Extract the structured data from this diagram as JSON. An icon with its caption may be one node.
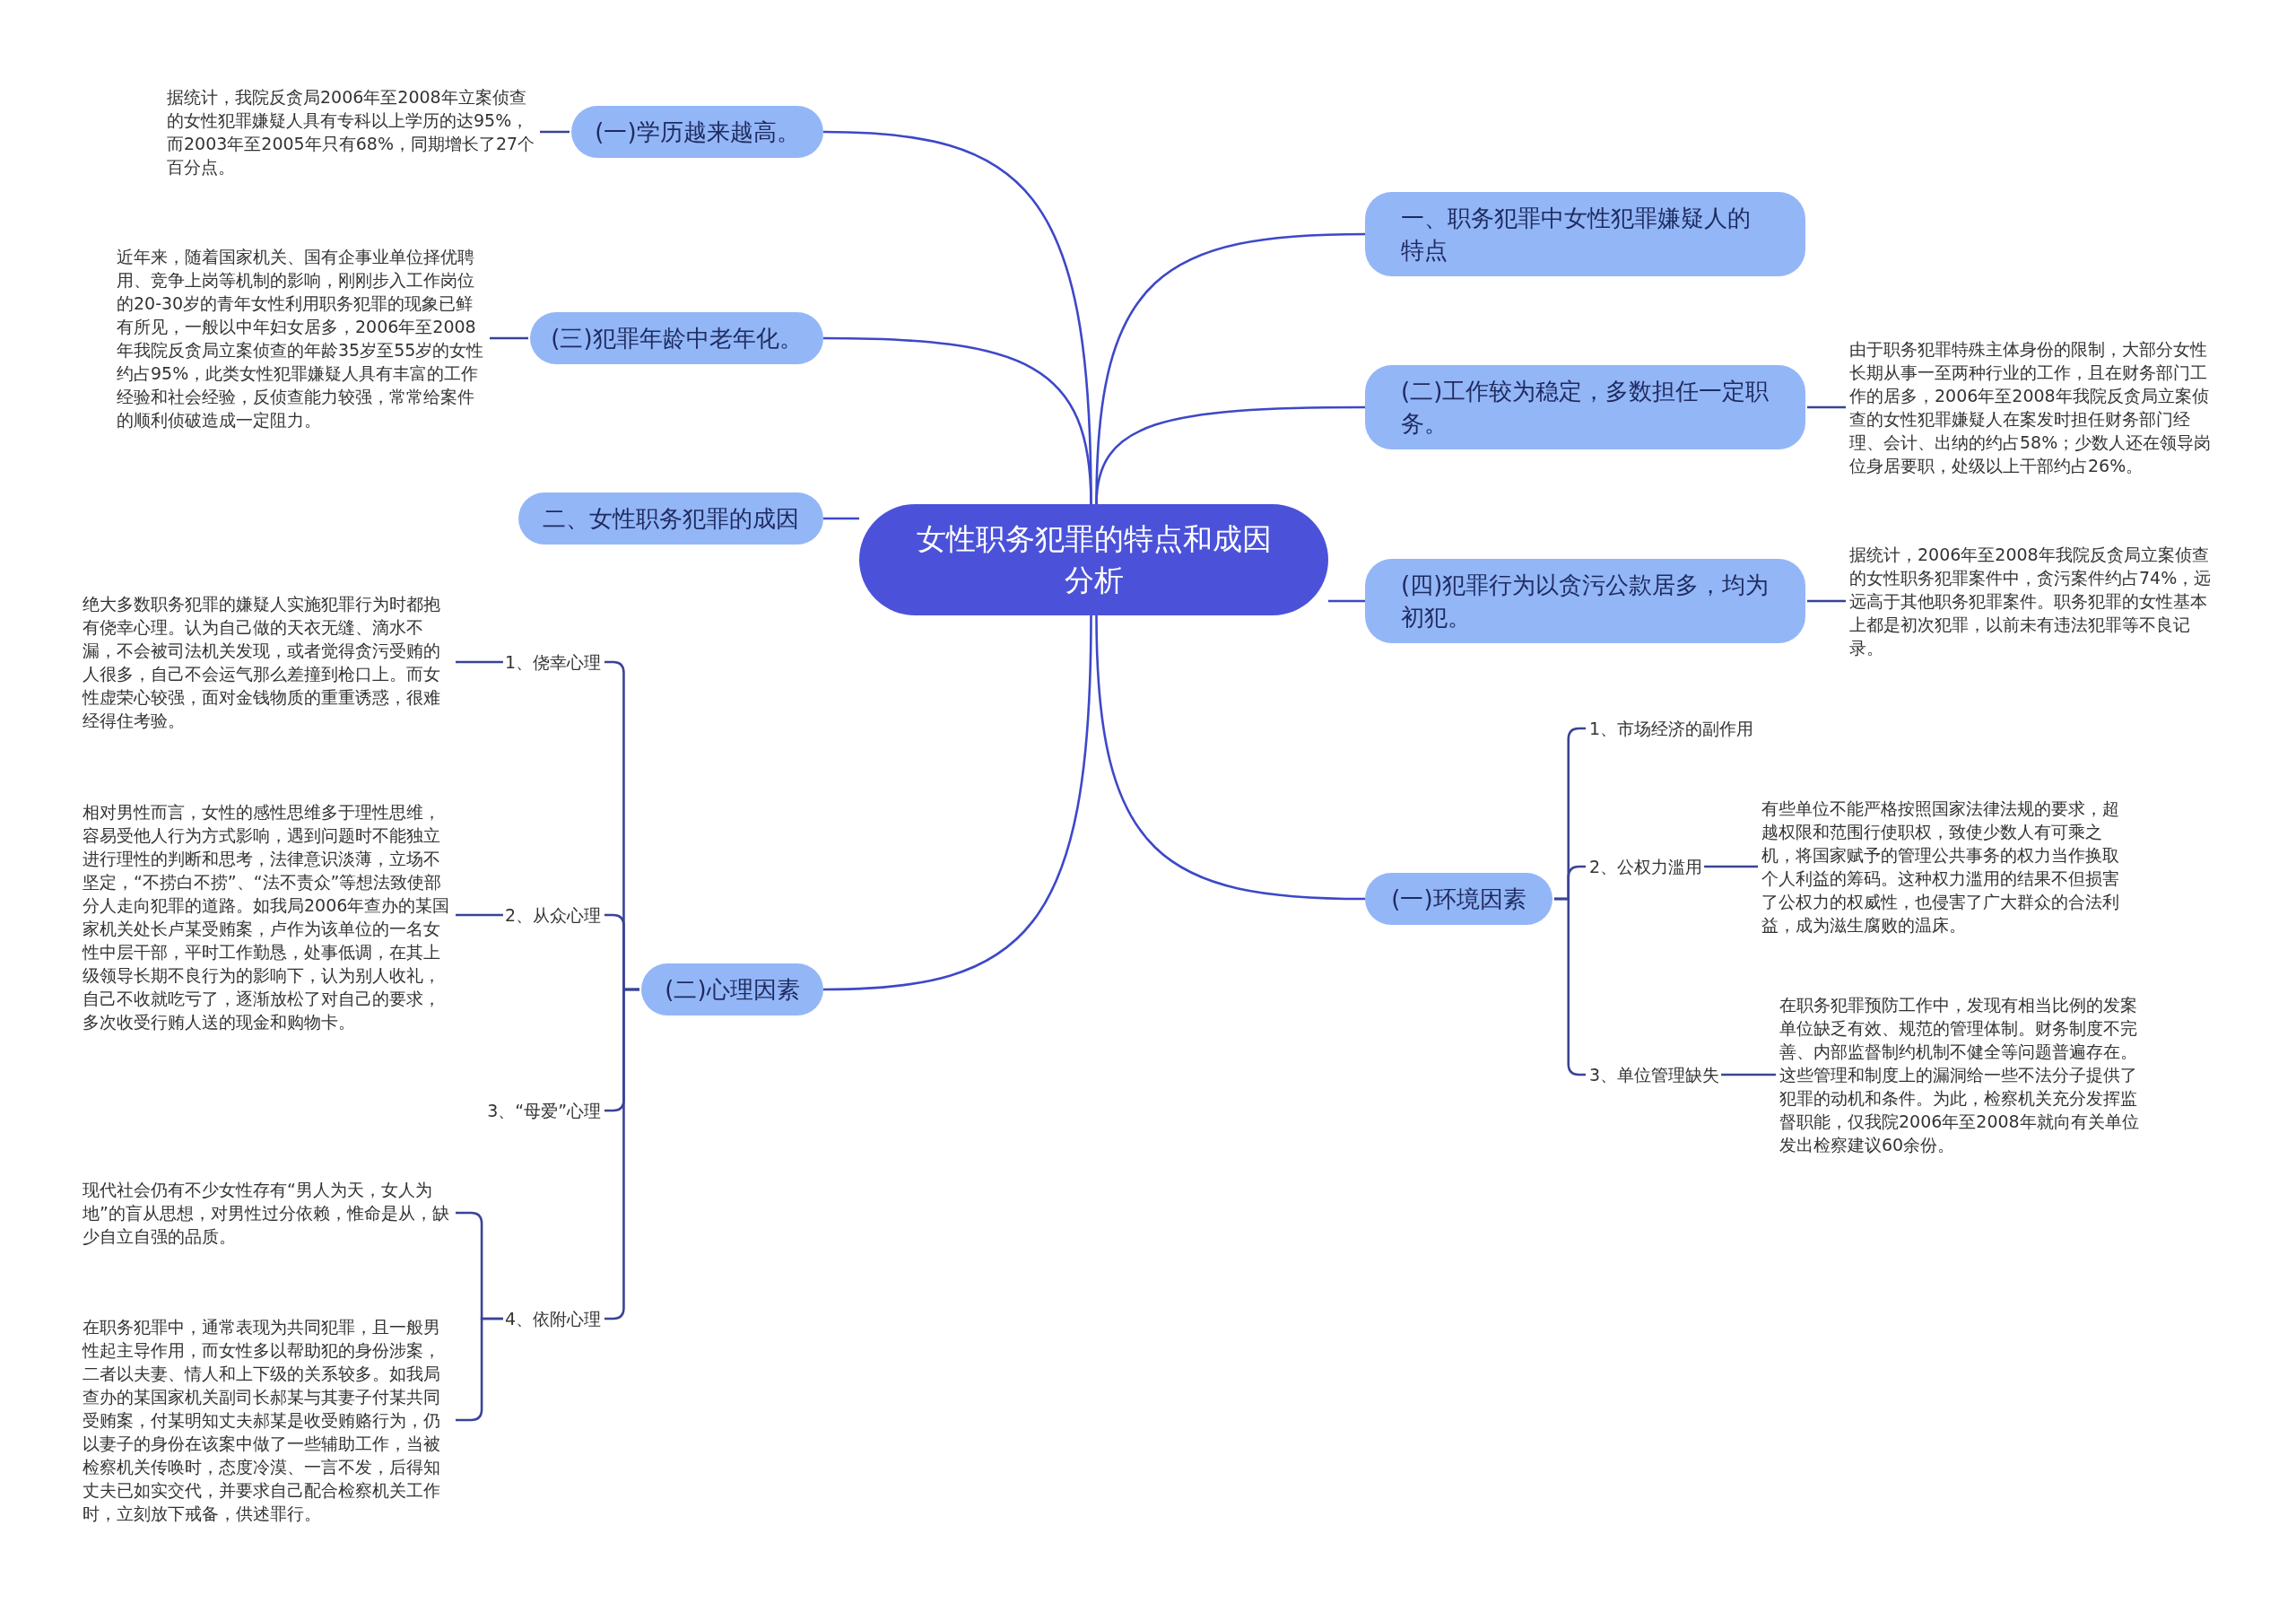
{
  "diagram": {
    "nodes": [
      {
        "text": [
          "女性职务犯罪的特点和成因分析"
        ]
      },
      {
        "text": [
          "一、职务犯罪中女性犯罪嫌疑人的特点"
        ]
      },
      {
        "text": [
          "(一)学历越来越高。"
        ]
      },
      {
        "text": [
          "据统计，我院反贪局2006年至2008年立案侦查的女性犯罪嫌疑人具有专科以上学历的达95%，而2003年至2005年只有68%，同期增长了27个百分点。"
        ]
      },
      {
        "text": [
          "(二)工作较为稳定，多数担任一定职务。"
        ]
      },
      {
        "text": [
          "由于职务犯罪特殊主体身份的限制，大部分女性长期从事一至两种行业的工作，且在财务部门工作的居多，2006年至2008年我院反贪局立案侦查的女性犯罪嫌疑人在案发时担任财务部门经理、会计、出纳的约占58%；少数人还在领导岗位身居要职，处级以上干部约占26%。"
        ]
      },
      {
        "text": [
          "(三)犯罪年龄中老年化。"
        ]
      },
      {
        "text": [
          "近年来，随着国家机关、国有企事业单位择优聘用、竞争上岗等机制的影响，刚刚步入工作岗位的20-30岁的青年女性利用职务犯罪的现象已鲜有所见，一般以中年妇女居多，2006年至2008年我院反贪局立案侦查的年龄35岁至55岁的女性约占95%，此类女性犯罪嫌疑人具有丰富的工作经验和社会经验，反侦查能力较强，常常给案件的顺利侦破造成一定阻力。"
        ]
      },
      {
        "text": [
          "(四)犯罪行为以贪污公款居多，均为初犯。"
        ]
      },
      {
        "text": [
          "据统计，2006年至2008年我院反贪局立案侦查的女性职务犯罪案件中，贪污案件约占74%，远远高于其他职务犯罪案件。职务犯罪的女性基本上都是初次犯罪，以前未有违法犯罪等不良记录。"
        ]
      },
      {
        "text": [
          "二、女性职务犯罪的成因"
        ]
      },
      {
        "text": [
          "(一)环境因素"
        ]
      },
      {
        "text": [
          "1、市场经济的副作用"
        ]
      },
      {
        "text": [
          "2、公权力滥用"
        ]
      },
      {
        "text": [
          "有些单位不能严格按照国家法律法规的要求，超越权限和范围行使职权，致使少数人有可乘之机，将国家赋予的管理公共事务的权力当作换取个人利益的筹码。这种权力滥用的结果不但损害了公权力的权威性，也侵害了广大群众的合法利益，成为滋生腐败的温床。"
        ]
      },
      {
        "text": [
          "3、单位管理缺失"
        ]
      },
      {
        "text": [
          "在职务犯罪预防工作中，发现有相当比例的发案单位缺乏有效、规范的管理体制。财务制度不完善、内部监督制约机制不健全等问题普遍存在。这些管理和制度上的漏洞给一些不法分子提供了犯罪的动机和条件。为此，检察机关充分发挥监督职能，仅我院2006年至2008年就向有关单位发出检察建议60余份。"
        ]
      },
      {
        "text": [
          "(二)心理因素"
        ]
      },
      {
        "text": [
          "1、侥幸心理"
        ]
      },
      {
        "text": [
          "绝大多数职务犯罪的嫌疑人实施犯罪行为时都抱有侥幸心理。认为自己做的天衣无缝、滴水不漏，不会被司法机关发现，或者觉得贪污受贿的人很多，自己不会运气那么差撞到枪口上。而女性虚荣心较强，面对金钱物质的重重诱惑，很难经得住考验。"
        ]
      },
      {
        "text": [
          "2、从众心理"
        ]
      },
      {
        "text": [
          "相对男性而言，女性的感性思维多于理性思维，容易受他人行为方式影响，遇到问题时不能独立进行理性的判断和思考，法律意识淡薄，立场不坚定，“不捞白不捞”、“法不责众”等想法致使部分人走向犯罪的道路。如我局2006年查办的某国家机关处长卢某受贿案，卢作为该单位的一名女性中层干部，平时工作勤恳，处事低调，在其上级领导长期不良行为的影响下，认为别人收礼，自己不收就吃亏了，逐渐放松了对自己的要求，多次收受行贿人送的现金和购物卡。"
        ]
      },
      {
        "text": [
          "3、“母爱”心理"
        ]
      },
      {
        "text": [
          "4、依附心理"
        ]
      },
      {
        "text": [
          "现代社会仍有不少女性存有“男人为天，女人为地”的盲从思想，对男性过分依赖，惟命是从，缺少自立自强的品质。"
        ]
      },
      {
        "text": [
          "在职务犯罪中，通常表现为共同犯罪，且一般男性起主导作用，而女性多以帮助犯的身份涉案，二者以夫妻、情人和上下级的关系较多。如我局查办的某国家机关副司长郝某与其妻子付某共同受贿案，付某明知丈夫郝某是收受贿赂行为，仍以妻子的身份在该案中做了一些辅助工作，当被检察机关传唤时，态度冷漠、一言不发，后得知丈夫已如实交代，并要求自己配合检察机关工作时，立刻放下戒备，供述罪行。"
        ]
      }
    ],
    "edges": [
      {
        "from": 0,
        "to": 1,
        "arrow": "none"
      },
      {
        "from": 0,
        "to": 2,
        "arrow": "none"
      },
      {
        "from": 2,
        "to": 3,
        "arrow": "none"
      },
      {
        "from": 0,
        "to": 4,
        "arrow": "none"
      },
      {
        "from": 4,
        "to": 5,
        "arrow": "none"
      },
      {
        "from": 0,
        "to": 6,
        "arrow": "none"
      },
      {
        "from": 6,
        "to": 7,
        "arrow": "none"
      },
      {
        "from": 0,
        "to": 8,
        "arrow": "none"
      },
      {
        "from": 8,
        "to": 9,
        "arrow": "none"
      },
      {
        "from": 0,
        "to": 10,
        "arrow": "none"
      },
      {
        "from": 0,
        "to": 11,
        "arrow": "none"
      },
      {
        "from": 11,
        "to": 12,
        "arrow": "none"
      },
      {
        "from": 11,
        "to": 13,
        "arrow": "none"
      },
      {
        "from": 13,
        "to": 14,
        "arrow": "none"
      },
      {
        "from": 11,
        "to": 15,
        "arrow": "none"
      },
      {
        "from": 15,
        "to": 16,
        "arrow": "none"
      },
      {
        "from": 0,
        "to": 17,
        "arrow": "none"
      },
      {
        "from": 17,
        "to": 18,
        "arrow": "none"
      },
      {
        "from": 18,
        "to": 19,
        "arrow": "none"
      },
      {
        "from": 17,
        "to": 20,
        "arrow": "none"
      },
      {
        "from": 20,
        "to": 21,
        "arrow": "none"
      },
      {
        "from": 17,
        "to": 22,
        "arrow": "none"
      },
      {
        "from": 17,
        "to": 23,
        "arrow": "none"
      },
      {
        "from": 23,
        "to": 24,
        "arrow": "none"
      },
      {
        "from": 23,
        "to": 25,
        "arrow": "none"
      }
    ]
  }
}
